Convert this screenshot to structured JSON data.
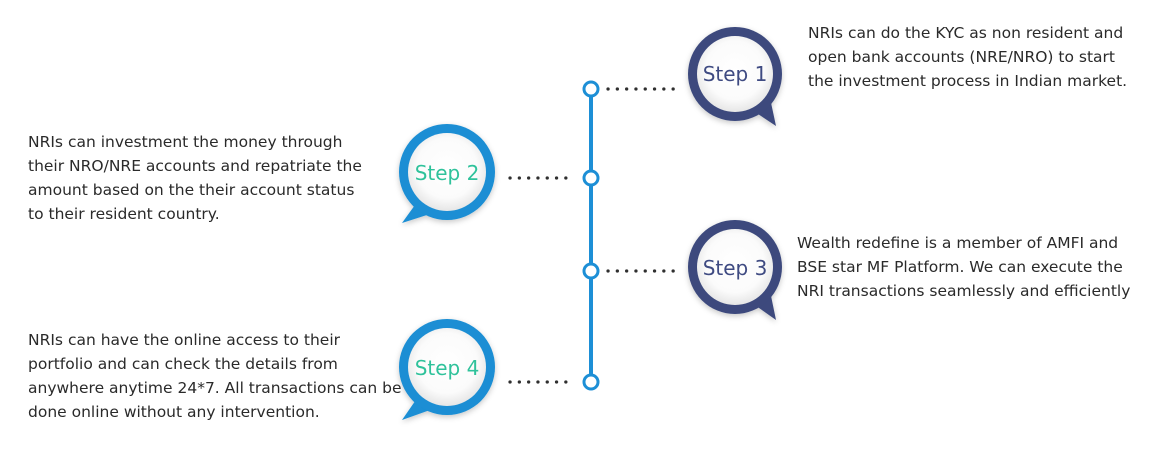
{
  "colors": {
    "timeline": "#1d8fd6",
    "bubble_blue": "#1a8ed4",
    "bubble_navy": "#3c4a7d",
    "text_green": "#2fc29b",
    "text_navy": "#3f4b82",
    "dots": "#2f2f2f"
  },
  "steps": [
    {
      "label": "Step 1",
      "description": "NRIs can do the KYC as non resident and open bank accounts (NRE/NRO) to start the investment process in Indian market."
    },
    {
      "label": "Step 2",
      "description": "NRIs can investment the money through their NRO/NRE accounts and repatriate the amount based on the their account status to their resident country."
    },
    {
      "label": "Step 3",
      "description": "Wealth redefine is a member of AMFI and BSE star MF Platform. We can execute the NRI transactions seamlessly and efficiently"
    },
    {
      "label": "Step 4",
      "description": "NRIs can have the online access to their portfolio and can check the details from anywhere anytime 24*7. All transactions can be done online without any intervention."
    }
  ]
}
